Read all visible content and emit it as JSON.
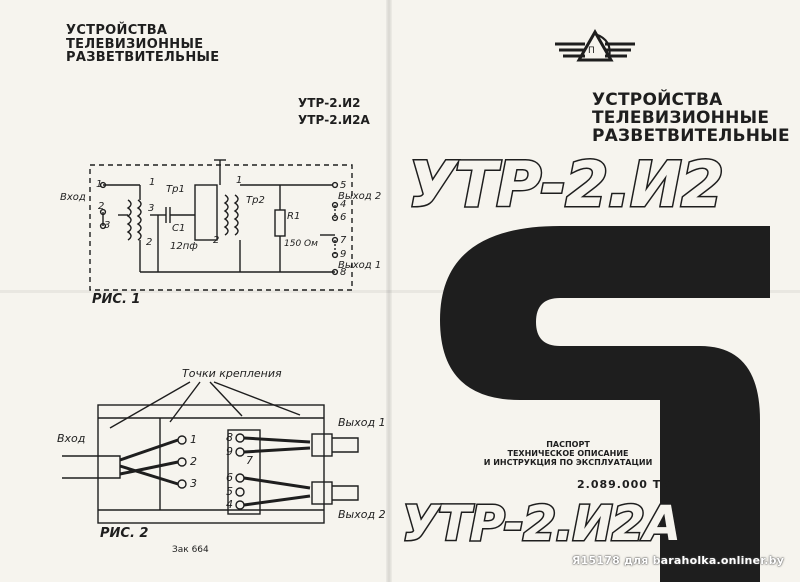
{
  "left_page": {
    "title_lines": [
      "УСТРОЙСТВА",
      "ТЕЛЕВИЗИОННЫЕ",
      "РАЗВЕТВИТЕЛЬНЫЕ"
    ],
    "models": [
      "УТР-2.И2",
      "УТР-2.И2А"
    ]
  },
  "figure1": {
    "label": "РИС. 1",
    "input_label": "Вход",
    "output1_label": "Выход 1",
    "output2_label": "Выход 2",
    "tr1": "Тр1",
    "tr2": "Тр2",
    "c1": "С1",
    "c1_value": "12пф",
    "r1": "R1",
    "r1_value": "150 Ом",
    "pins": [
      "1",
      "2",
      "3",
      "1",
      "2",
      "3",
      "1",
      "2",
      "5",
      "4",
      "6",
      "7",
      "9",
      "8"
    ]
  },
  "figure2": {
    "label": "РИС. 2",
    "mount_points": "Точки крепления",
    "input_label": "Вход",
    "output1_label": "Выход 1",
    "output2_label": "Выход 2",
    "pins": [
      "1",
      "2",
      "3",
      "8",
      "9",
      "7",
      "6",
      "5",
      "4"
    ]
  },
  "order_number": "Зак 664",
  "right_page": {
    "title_lines": [
      "УСТРОЙСТВА",
      "ТЕЛЕВИЗИОННЫЕ",
      "РАЗВЕТВИТЕЛЬНЫЕ"
    ],
    "model_big": "УТР-2.И2",
    "passport_lines": [
      "ПАСПОРТ",
      "ТЕХНИЧЕСКОЕ ОПИСАНИЕ",
      "И ИНСТРУКЦИЯ ПО ЭКСПЛУАТАЦИИ"
    ],
    "tu": "2.089.000 ТУ",
    "model_big2": "УТР-2.И2А",
    "logo_letter": "П"
  },
  "watermark": "Я15178 для baraholka.onliner.by",
  "colors": {
    "paper": "#f6f4ee",
    "ink": "#1e1e1e"
  }
}
